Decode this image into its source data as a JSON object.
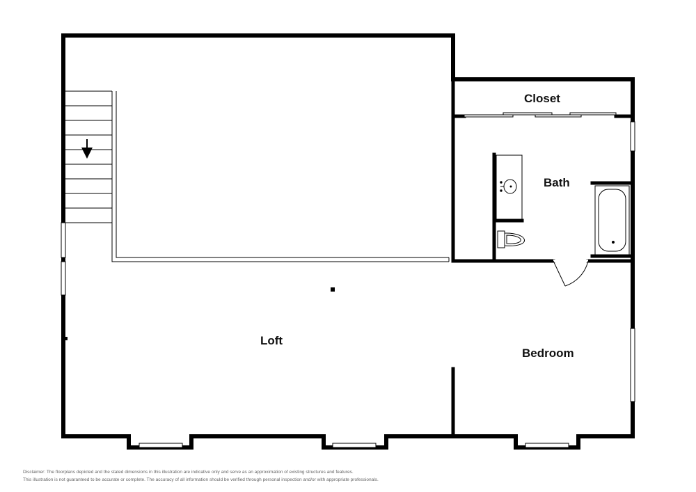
{
  "rooms": {
    "closet": "Closet",
    "bath": "Bath",
    "loft": "Loft",
    "bedroom": "Bedroom"
  },
  "disclaimer": {
    "line1": "Disclaimer: The floorplans depicted and the stated dimensions in this illustration are indicative only and serve as an approximation of existing structures and features.",
    "line2": "This illustration is not guaranteed to be accurate or complete. The accuracy of all information should be verified through personal inspection and/or with appropriate professionals."
  },
  "icons": {
    "stair_direction": "arrow-down-icon",
    "sink": "sink-icon",
    "toilet": "toilet-icon",
    "bathtub": "bathtub-icon",
    "door": "door-swing-icon"
  },
  "colors": {
    "wall": "#000000",
    "window": "#ffffff",
    "fixture": "#555555"
  }
}
